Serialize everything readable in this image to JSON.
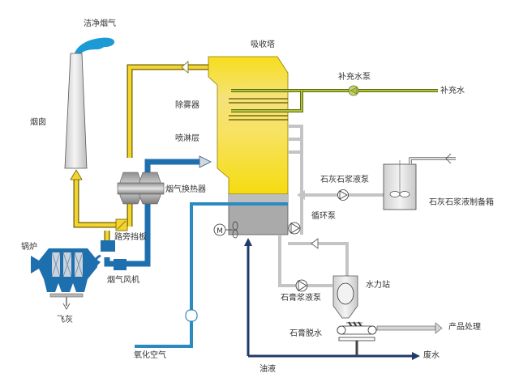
{
  "title": "石灰石-石膏湿法烟气脱硫工艺流程",
  "colors": {
    "flue_gas_clean": "#f2d531",
    "flue_gas_raw": "#1e6fae",
    "oxidation_air": "#2b8ac0",
    "makeup_water": "#8a9a2a",
    "slurry": "#bdbdbd",
    "oil": "#1f3a6b",
    "tower_top": "#f5dc1e",
    "tower_bottom": "#a9a9a9",
    "steam": "#1c9ad6"
  },
  "labels": {
    "clean_flue_gas": "洁净烟气",
    "chimney": "烟囱",
    "absorber": "吸收塔",
    "demister": "除雾器",
    "spray_layer": "喷淋层",
    "gas_heat_exchanger": "烟气换热器",
    "bypass_damper": "路旁挡板",
    "boiler": "锅炉",
    "flue_gas_fan": "烟气风机",
    "fly_ash": "飞灰",
    "oxidation_air": "氧化空气",
    "makeup_water_pump": "补充水泵",
    "makeup_water": "补充水",
    "limestone_slurry_pump": "石灰石浆液泵",
    "limestone_slurry_tank": "石灰石浆液制备箱",
    "circulation_pump": "循环泵",
    "gypsum_slurry_pump": "石膏浆液泵",
    "hydrocyclone": "水力站",
    "gypsum_dewatering": "石膏脱水",
    "product_processing": "产品处理",
    "waste_water": "废水",
    "oil": "油液"
  },
  "icons": {
    "motor": "M"
  }
}
